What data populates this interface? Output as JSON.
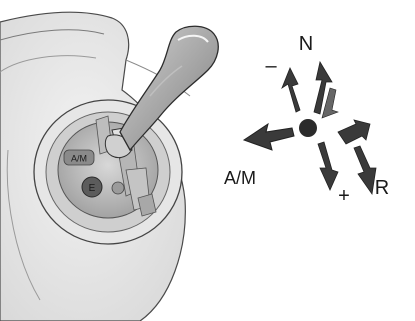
{
  "figure": {
    "labels": {
      "neutral": "N",
      "minus": "–",
      "auto_manual": "A/M",
      "plus": "+",
      "reverse": "R"
    },
    "gate_labels": {
      "auto_manual": "A/M",
      "economy": "E"
    },
    "colors": {
      "background": "#ffffff",
      "console": "#e8e8e8",
      "lever": "#a9a9a9",
      "knob_dark": "#5c5c5c",
      "arrow_dark": "#2b2b2b",
      "arrow_mid": "#555555"
    }
  }
}
